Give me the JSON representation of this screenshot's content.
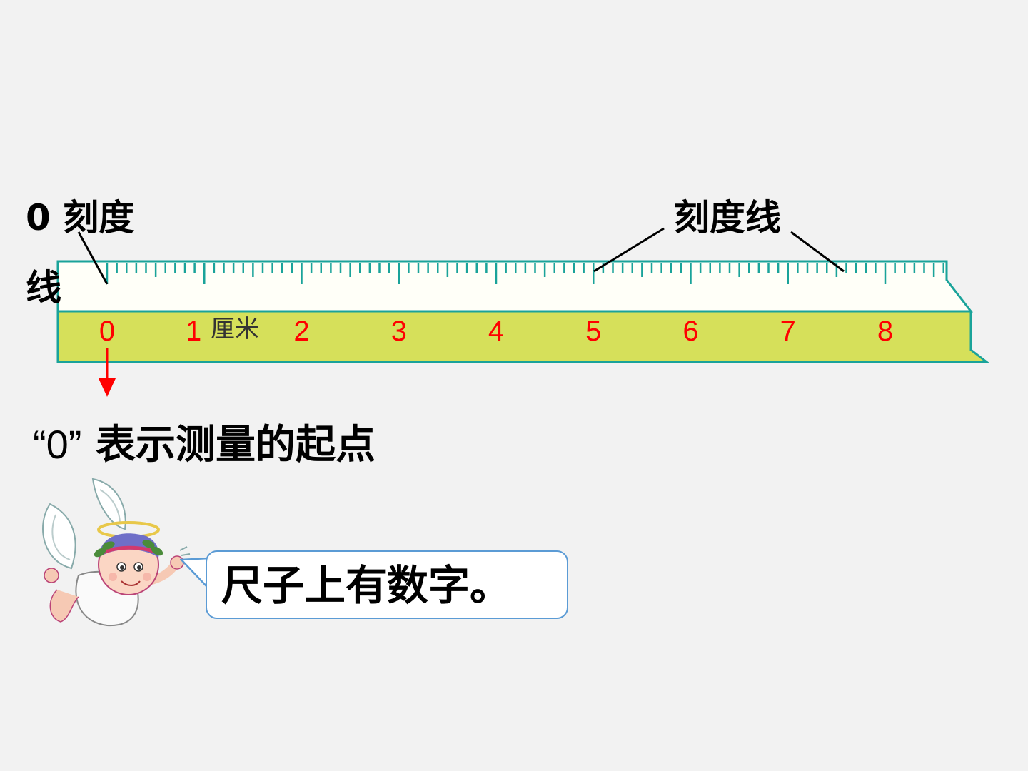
{
  "labels": {
    "zero_line_part1": "0 刻度",
    "zero_line_part2": "线",
    "tick_line": "刻度线"
  },
  "ruler": {
    "numbers": [
      "0",
      "1",
      "2",
      "3",
      "4",
      "5",
      "6",
      "7",
      "8"
    ],
    "unit": "厘米",
    "colors": {
      "body": "#d6e05a",
      "border": "#1aa39a",
      "numbers": "#ff0000",
      "top": "#fffff8"
    }
  },
  "caption": {
    "open_quote": "“0”",
    "text": " 表示测量的起点"
  },
  "speech": {
    "text": "尺子上有数字。"
  },
  "icons": [
    "angel-cherub-icon",
    "red-arrow-down-icon"
  ]
}
